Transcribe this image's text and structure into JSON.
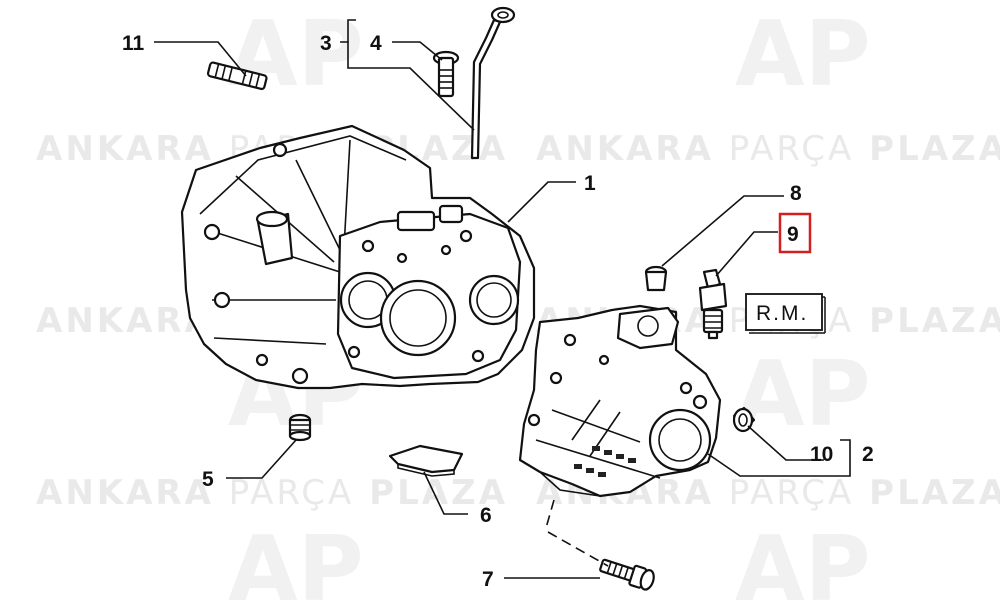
{
  "watermark": {
    "brand_left": "ANKARA",
    "brand_mid": "PARÇA",
    "brand_right": "PLAZA",
    "logo_letters": "AP"
  },
  "callouts": [
    {
      "id": "1",
      "label": "1"
    },
    {
      "id": "2",
      "label": "2"
    },
    {
      "id": "3",
      "label": "3"
    },
    {
      "id": "4",
      "label": "4"
    },
    {
      "id": "5",
      "label": "5"
    },
    {
      "id": "6",
      "label": "6"
    },
    {
      "id": "7",
      "label": "7"
    },
    {
      "id": "8",
      "label": "8"
    },
    {
      "id": "9",
      "label": "9",
      "highlighted": true
    },
    {
      "id": "10",
      "label": "10"
    },
    {
      "id": "11",
      "label": "11"
    }
  ],
  "rm_box": {
    "label": "R.M."
  },
  "colors": {
    "highlight": "#d21f1f",
    "line": "#111111",
    "watermark": "#e9e9e9"
  }
}
